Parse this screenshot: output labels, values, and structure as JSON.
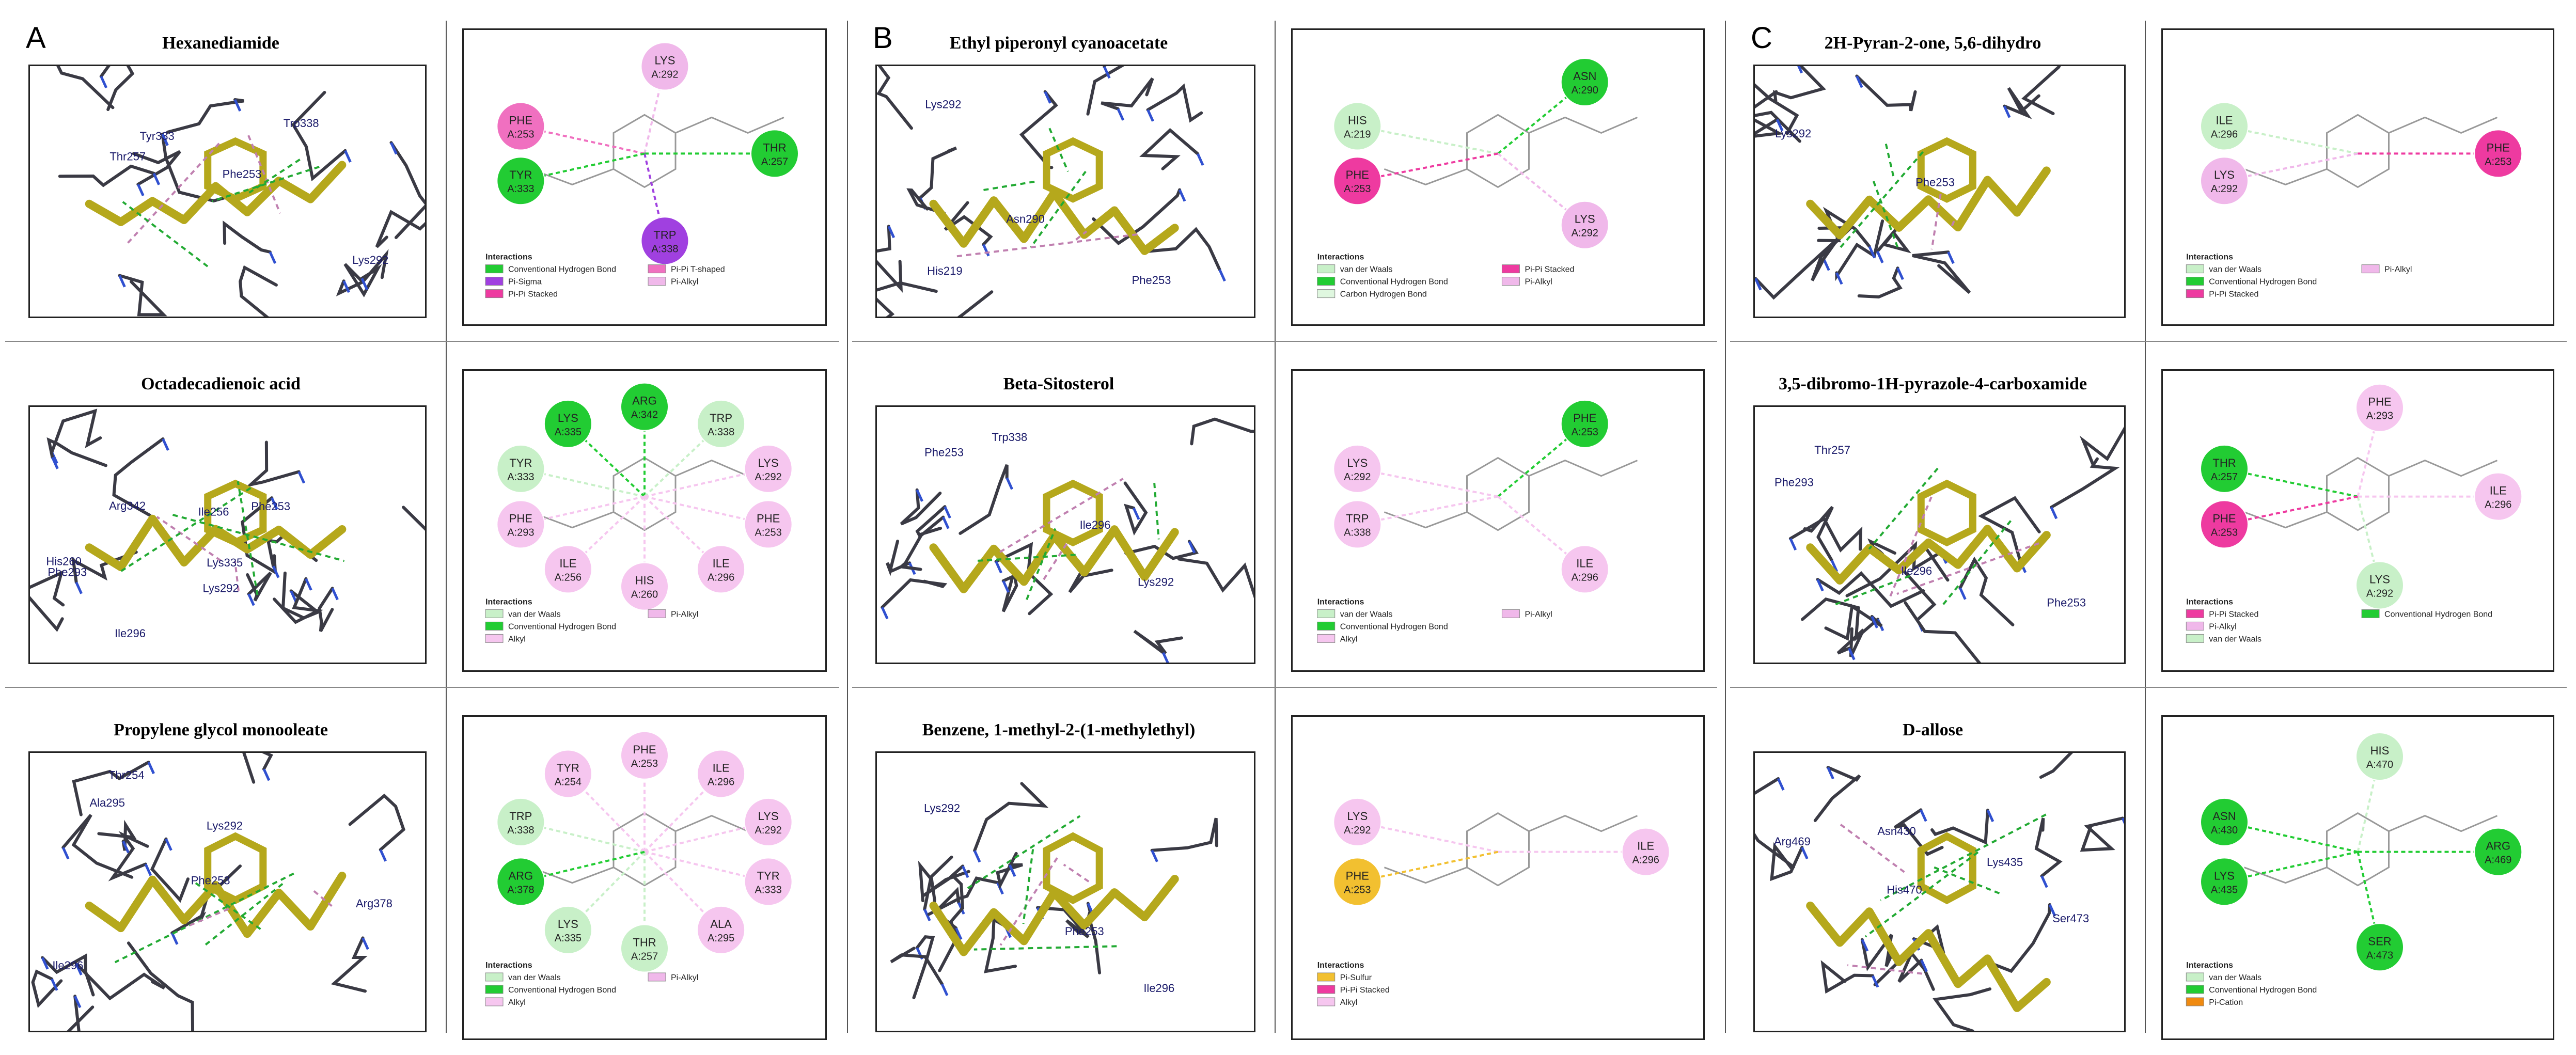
{
  "panels": [
    {
      "letter": "A",
      "rows": [
        {
          "title": "Hexanediamide",
          "residues_3d": [
            "Thr257",
            "Phe253",
            "Lys292",
            "Tyr333",
            "Trp338"
          ],
          "residues_2d": [
            {
              "name": "PHE",
              "id": "A:253",
              "type": "pi-pi-t"
            },
            {
              "name": "LYS",
              "id": "A:292",
              "type": "pi-alkyl"
            },
            {
              "name": "THR",
              "id": "A:257",
              "type": "hbond"
            },
            {
              "name": "TRP",
              "id": "A:338",
              "type": "pi-sigma"
            },
            {
              "name": "TYR",
              "id": "A:333",
              "type": "hbond"
            }
          ],
          "legend_title": "Interactions",
          "legend": [
            "Conventional Hydrogen Bond",
            "Pi-Sigma",
            "Pi-Pi Stacked",
            "Pi-Pi T-shaped",
            "Pi-Alkyl"
          ]
        },
        {
          "title": "Octadecadienoic acid",
          "residues_3d": [
            "Arg342",
            "Lys335",
            "His260",
            "Ile296",
            "Ile256",
            "Phe293",
            "Lys292",
            "Phe253"
          ],
          "residues_2d": [
            {
              "name": "TYR",
              "id": "A:333",
              "type": "vdw"
            },
            {
              "name": "LYS",
              "id": "A:335",
              "type": "hbond"
            },
            {
              "name": "ARG",
              "id": "A:342",
              "type": "hbond"
            },
            {
              "name": "TRP",
              "id": "A:338",
              "type": "vdw"
            },
            {
              "name": "LYS",
              "id": "A:292",
              "type": "alkyl"
            },
            {
              "name": "PHE",
              "id": "A:253",
              "type": "alkyl"
            },
            {
              "name": "ILE",
              "id": "A:296",
              "type": "alkyl"
            },
            {
              "name": "HIS",
              "id": "A:260",
              "type": "alkyl"
            },
            {
              "name": "ILE",
              "id": "A:256",
              "type": "alkyl"
            },
            {
              "name": "PHE",
              "id": "A:293",
              "type": "alkyl"
            }
          ],
          "legend_title": "Interactions",
          "legend": [
            "van der Waals",
            "Conventional Hydrogen Bond",
            "Alkyl",
            "Pi-Alkyl"
          ]
        },
        {
          "title": "Propylene glycol monooleate",
          "residues_3d": [
            "Thr254",
            "Phe253",
            "Ile296",
            "Ala295",
            "Lys292",
            "Arg378"
          ],
          "residues_2d": [
            {
              "name": "TRP",
              "id": "A:338",
              "type": "vdw"
            },
            {
              "name": "TYR",
              "id": "A:254",
              "type": "alkyl"
            },
            {
              "name": "PHE",
              "id": "A:253",
              "type": "alkyl"
            },
            {
              "name": "ILE",
              "id": "A:296",
              "type": "alkyl"
            },
            {
              "name": "LYS",
              "id": "A:292",
              "type": "alkyl"
            },
            {
              "name": "TYR",
              "id": "A:333",
              "type": "alkyl"
            },
            {
              "name": "ALA",
              "id": "A:295",
              "type": "alkyl"
            },
            {
              "name": "THR",
              "id": "A:257",
              "type": "vdw"
            },
            {
              "name": "LYS",
              "id": "A:335",
              "type": "vdw"
            },
            {
              "name": "ARG",
              "id": "A:378",
              "type": "hbond"
            }
          ],
          "legend_title": "Interactions",
          "legend": [
            "van der Waals",
            "Conventional Hydrogen Bond",
            "Alkyl",
            "Pi-Alkyl"
          ]
        }
      ]
    },
    {
      "letter": "B",
      "rows": [
        {
          "title": "Ethyl piperonyl cyanoacetate",
          "residues_3d": [
            "Lys292",
            "Asn290",
            "Phe253",
            "His219"
          ],
          "residues_2d": [
            {
              "name": "HIS",
              "id": "A:219",
              "type": "vdw"
            },
            {
              "name": "ASN",
              "id": "A:290",
              "type": "hbond"
            },
            {
              "name": "LYS",
              "id": "A:292",
              "type": "pi-alkyl"
            },
            {
              "name": "PHE",
              "id": "A:253",
              "type": "pi-pi"
            }
          ],
          "legend_title": "Interactions",
          "legend": [
            "van der Waals",
            "Conventional Hydrogen Bond",
            "Carbon Hydrogen Bond",
            "Pi-Pi Stacked",
            "Pi-Alkyl"
          ]
        },
        {
          "title": "Beta-Sitosterol",
          "residues_3d": [
            "Phe253",
            "Ile296",
            "Lys292",
            "Trp338"
          ],
          "residues_2d": [
            {
              "name": "LYS",
              "id": "A:292",
              "type": "alkyl"
            },
            {
              "name": "PHE",
              "id": "A:253",
              "type": "hbond"
            },
            {
              "name": "ILE",
              "id": "A:296",
              "type": "alkyl"
            },
            {
              "name": "TRP",
              "id": "A:338",
              "type": "alkyl"
            }
          ],
          "legend_title": "Interactions",
          "legend": [
            "van der Waals",
            "Conventional Hydrogen Bond",
            "Alkyl",
            "Pi-Alkyl"
          ]
        },
        {
          "title": "Benzene, 1-methyl-2-(1-methylethyl)",
          "residues_3d": [
            "Lys292",
            "Phe253",
            "Ile296"
          ],
          "residues_2d": [
            {
              "name": "LYS",
              "id": "A:292",
              "type": "alkyl"
            },
            {
              "name": "ILE",
              "id": "A:296",
              "type": "alkyl"
            },
            {
              "name": "PHE",
              "id": "A:253",
              "type": "pi-sulfur"
            }
          ],
          "legend_title": "Interactions",
          "legend": [
            "Pi-Sulfur",
            "Pi-Pi Stacked",
            "Alkyl"
          ]
        }
      ]
    },
    {
      "letter": "C",
      "rows": [
        {
          "title": "2H-Pyran-2-one, 5,6-dihydro",
          "residues_3d": [
            "Lys292",
            "Phe253"
          ],
          "residues_2d": [
            {
              "name": "ILE",
              "id": "A:296",
              "type": "vdw"
            },
            {
              "name": "PHE",
              "id": "A:253",
              "type": "pi-pi"
            },
            {
              "name": "LYS",
              "id": "A:292",
              "type": "pi-alkyl"
            }
          ],
          "legend_title": "Interactions",
          "legend": [
            "van der Waals",
            "Conventional Hydrogen Bond",
            "Pi-Pi Stacked",
            "Pi-Alkyl"
          ]
        },
        {
          "title": "3,5-dibromo-1H-pyrazole-4-carboxamide",
          "residues_3d": [
            "Phe293",
            "Ile296",
            "Phe253",
            "Thr257"
          ],
          "residues_2d": [
            {
              "name": "THR",
              "id": "A:257",
              "type": "hbond"
            },
            {
              "name": "PHE",
              "id": "A:293",
              "type": "alkyl"
            },
            {
              "name": "ILE",
              "id": "A:296",
              "type": "alkyl"
            },
            {
              "name": "LYS",
              "id": "A:292",
              "type": "vdw"
            },
            {
              "name": "PHE",
              "id": "A:253",
              "type": "pi-pi"
            }
          ],
          "legend_title": "Interactions",
          "legend": [
            "Pi-Pi Stacked",
            "Pi-Alkyl",
            "van der Waals",
            "Conventional Hydrogen Bond"
          ]
        },
        {
          "title": "D-allose",
          "residues_3d": [
            "Arg469",
            "His470",
            "Ser473",
            "Asn430",
            "Lys435"
          ],
          "residues_2d": [
            {
              "name": "ASN",
              "id": "A:430",
              "type": "hbond"
            },
            {
              "name": "HIS",
              "id": "A:470",
              "type": "vdw"
            },
            {
              "name": "ARG",
              "id": "A:469",
              "type": "hbond"
            },
            {
              "name": "SER",
              "id": "A:473",
              "type": "hbond"
            },
            {
              "name": "LYS",
              "id": "A:435",
              "type": "hbond"
            }
          ],
          "legend_title": "Interactions",
          "legend": [
            "van der Waals",
            "Conventional Hydrogen Bond",
            "Pi-Cation"
          ]
        }
      ]
    }
  ],
  "colors": {
    "ligand": "#b5a81c",
    "protein": "#3a3a44",
    "hbond": "#22cc33",
    "vdw": "#c8f0c8",
    "alkyl": "#f6c6ef",
    "pi-alkyl": "#f0b8ea",
    "pi-pi": "#ee3aa0",
    "pi-pi-t": "#f070c0",
    "pi-sigma": "#a040e0",
    "pi-sulfur": "#f2c030",
    "pi-cation": "#f08a10",
    "carbon": "#dff7df"
  }
}
